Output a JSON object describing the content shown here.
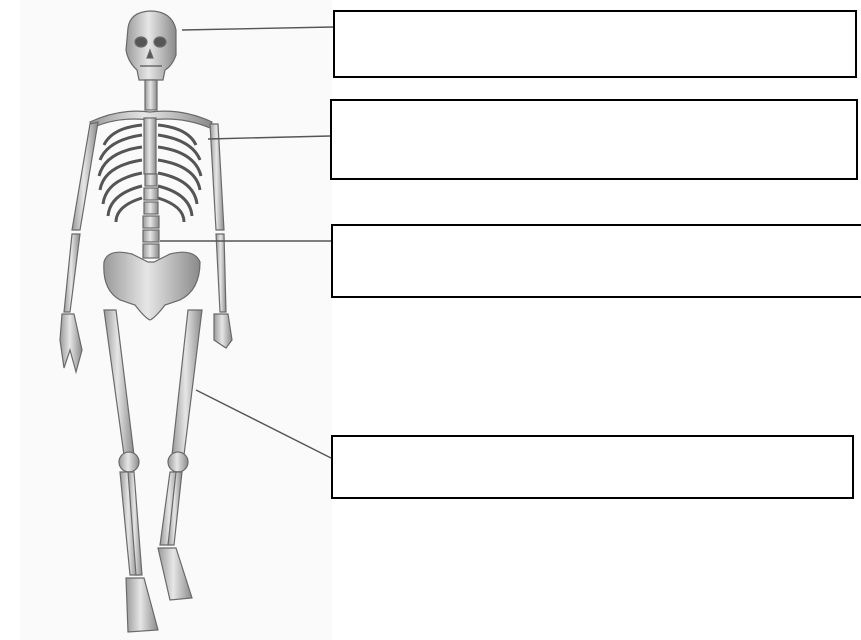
{
  "diagram": {
    "figure": "human-skeleton",
    "label_boxes": [
      {
        "id": "box-1",
        "points_to": "skull",
        "text": ""
      },
      {
        "id": "box-2",
        "points_to": "rib-cage",
        "text": ""
      },
      {
        "id": "box-3",
        "points_to": "spine",
        "text": ""
      },
      {
        "id": "box-4",
        "points_to": "leg-bones",
        "text": ""
      }
    ]
  }
}
